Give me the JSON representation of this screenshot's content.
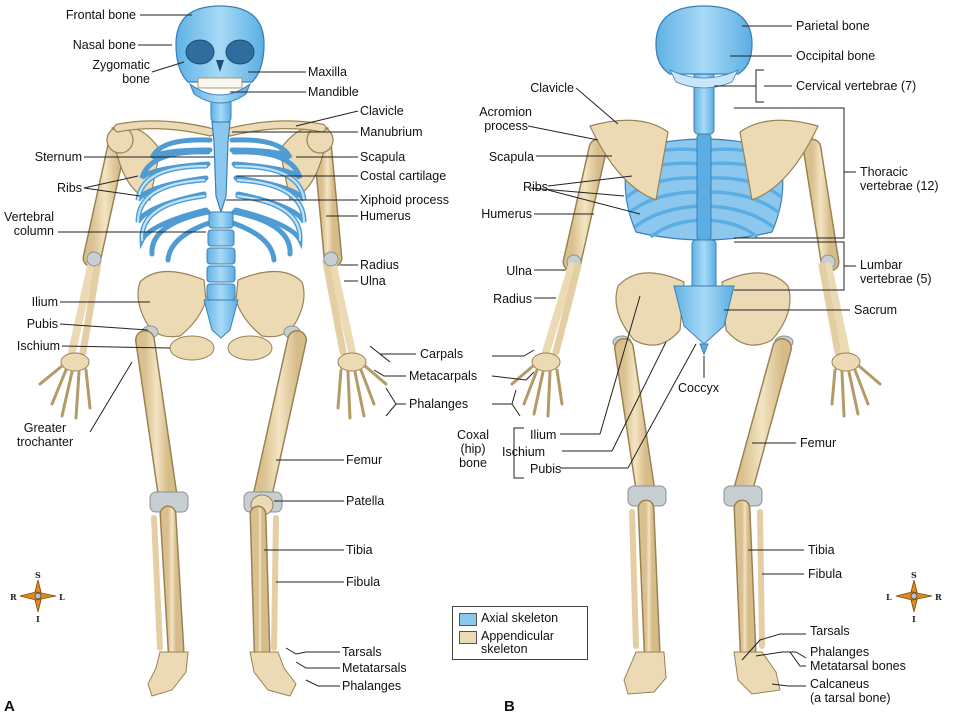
{
  "colors": {
    "axial": "#8cc8ee",
    "axial_stroke": "#3d7fb5",
    "appendicular": "#ecdab4",
    "appendicular_stroke": "#9a8254"
  },
  "panels": {
    "a": "A",
    "b": "B"
  },
  "compass_a": {
    "n": "S",
    "s": "I",
    "w": "R",
    "e": "L"
  },
  "compass_b": {
    "n": "S",
    "s": "I",
    "w": "L",
    "e": "R"
  },
  "legend": {
    "axial": "Axial skeleton",
    "appendicular_1": "Appendicular",
    "appendicular_2": "skeleton"
  },
  "labels_a": {
    "frontal_bone": "Frontal bone",
    "nasal_bone": "Nasal bone",
    "zygomatic_1": "Zygomatic",
    "zygomatic_2": "bone",
    "maxilla": "Maxilla",
    "mandible": "Mandible",
    "clavicle": "Clavicle",
    "manubrium": "Manubrium",
    "sternum": "Sternum",
    "scapula": "Scapula",
    "ribs": "Ribs",
    "costal_cartilage": "Costal cartilage",
    "xiphoid_process": "Xiphoid process",
    "vertebral_1": "Vertebral",
    "vertebral_2": "column",
    "humerus": "Humerus",
    "radius": "Radius",
    "ulna": "Ulna",
    "ilium": "Ilium",
    "pubis": "Pubis",
    "ischium": "Ischium",
    "greater_1": "Greater",
    "greater_2": "trochanter",
    "femur": "Femur",
    "patella": "Patella",
    "tibia": "Tibia",
    "fibula": "Fibula",
    "tarsals": "Tarsals",
    "metatarsals": "Metatarsals",
    "phalanges": "Phalanges"
  },
  "labels_mid": {
    "carpals": "Carpals",
    "metacarpals": "Metacarpals",
    "phalanges": "Phalanges",
    "coxal_1": "Coxal",
    "coxal_2": "(hip)",
    "coxal_3": "bone",
    "ilium": "Ilium",
    "ischium": "Ischium",
    "pubis": "Pubis"
  },
  "labels_b": {
    "parietal_bone": "Parietal bone",
    "occipital_bone": "Occipital bone",
    "cervical": "Cervical vertebrae (7)",
    "clavicle": "Clavicle",
    "acromion_1": "Acromion",
    "acromion_2": "process",
    "scapula": "Scapula",
    "ribs": "Ribs",
    "humerus": "Humerus",
    "thoracic_1": "Thoracic",
    "thoracic_2": "vertebrae (12)",
    "ulna": "Ulna",
    "radius": "Radius",
    "lumbar_1": "Lumbar",
    "lumbar_2": "vertebrae (5)",
    "sacrum": "Sacrum",
    "coccyx": "Coccyx",
    "femur": "Femur",
    "tibia": "Tibia",
    "fibula": "Fibula",
    "tarsals": "Tarsals",
    "phalanges": "Phalanges",
    "metatarsal_bones": "Metatarsal bones",
    "calcaneus_1": "Calcaneus",
    "calcaneus_2": "(a tarsal bone)"
  }
}
